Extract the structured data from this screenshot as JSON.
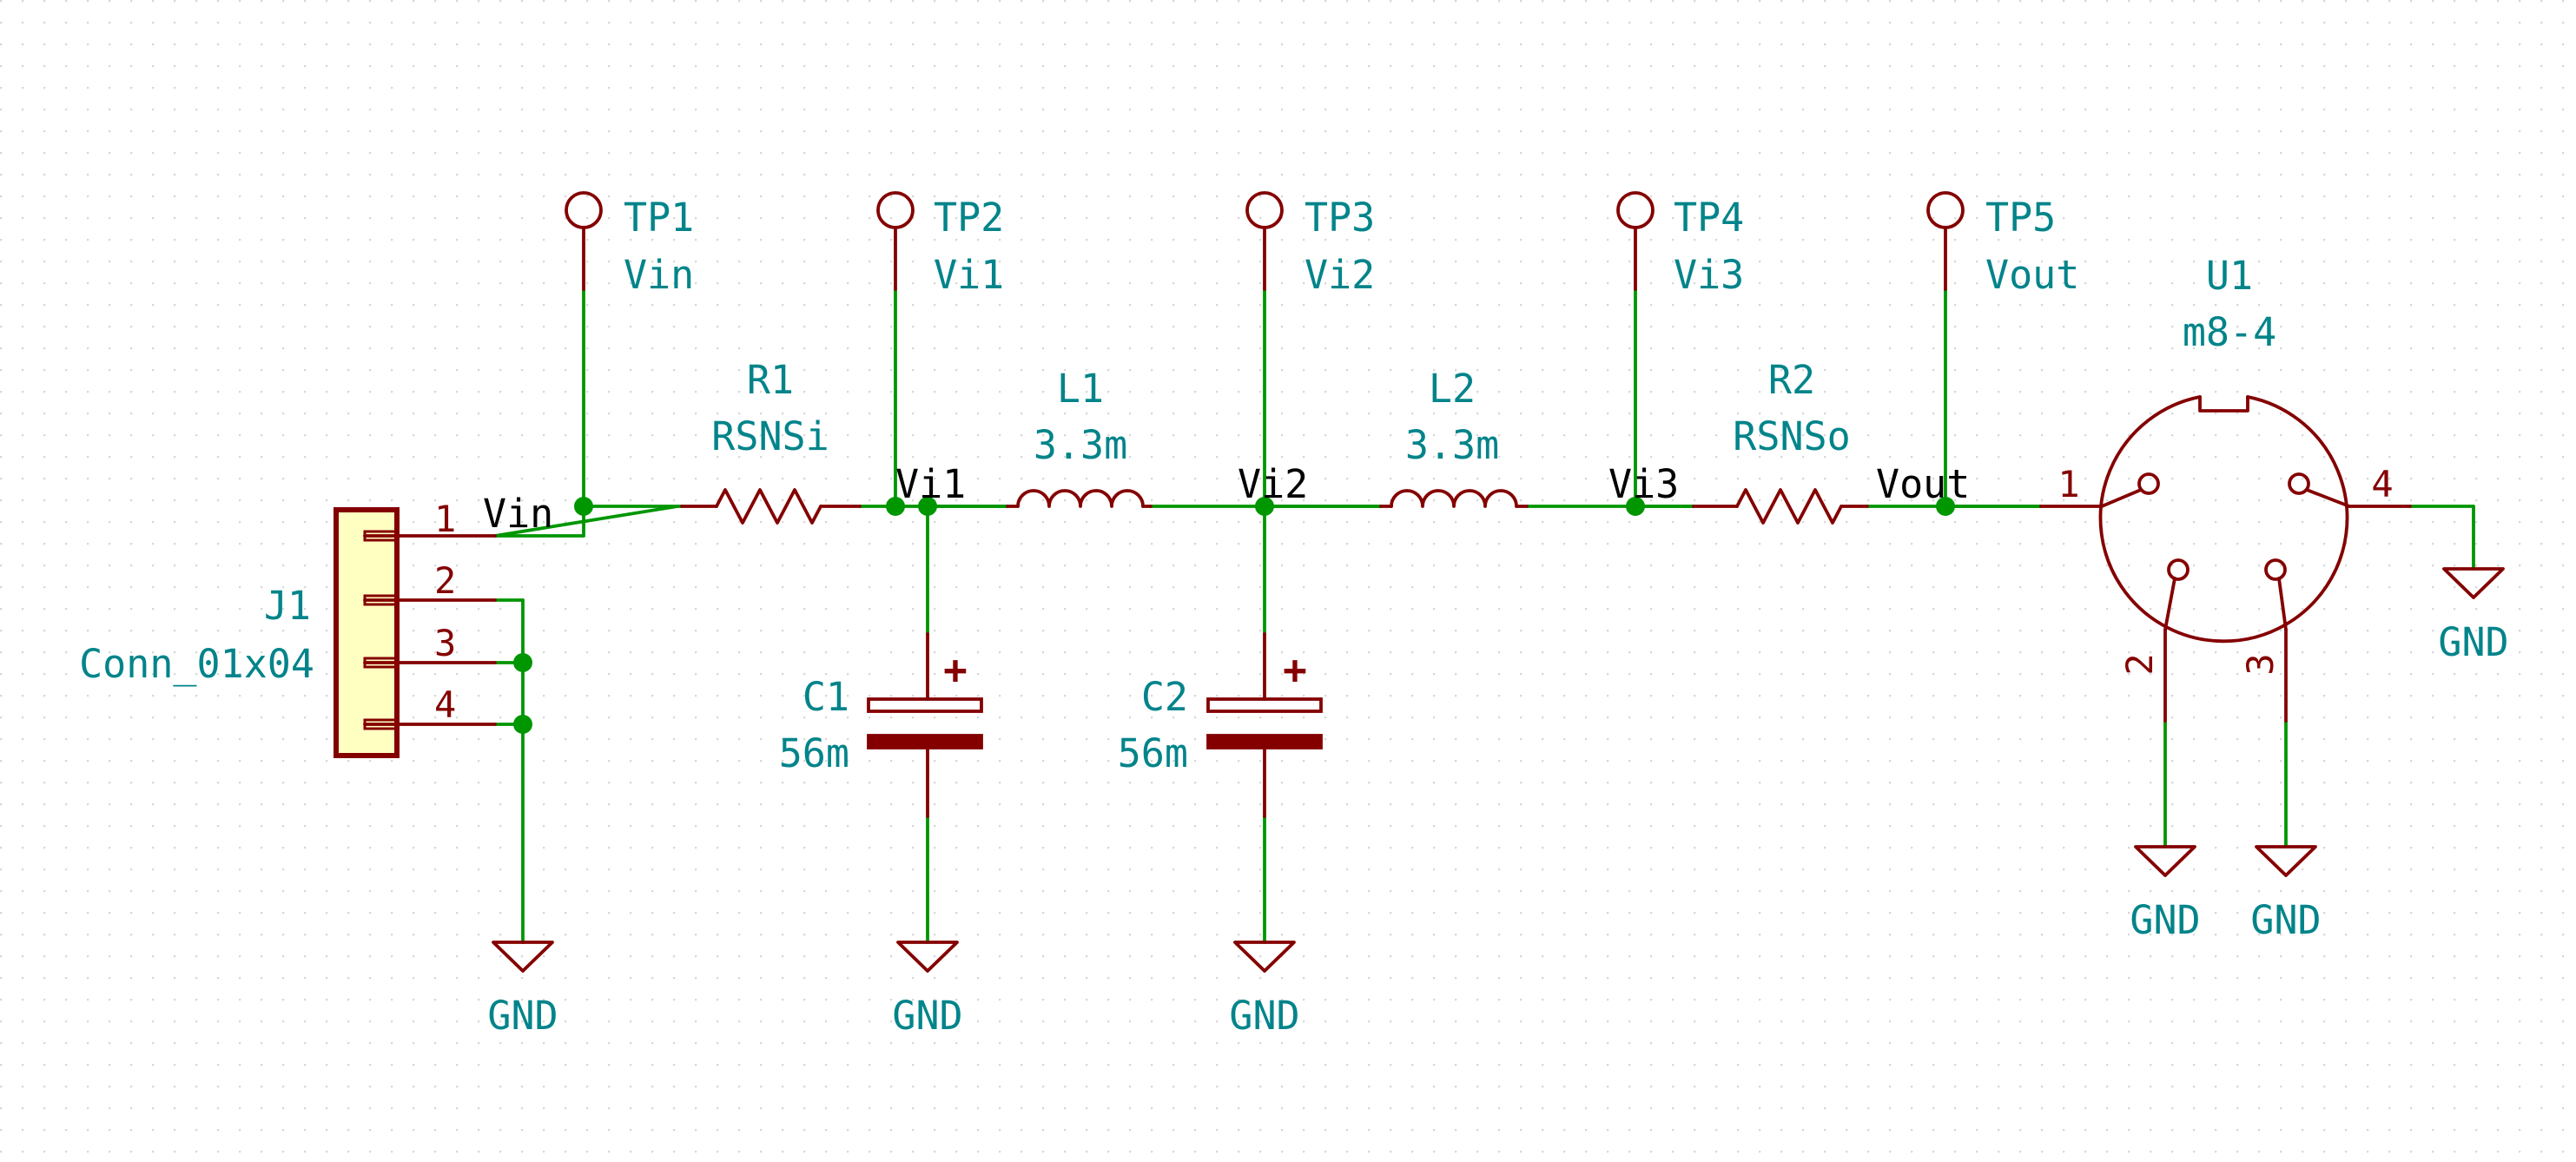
{
  "test_points": [
    {
      "ref": "TP1",
      "value": "Vin"
    },
    {
      "ref": "TP2",
      "value": "Vi1"
    },
    {
      "ref": "TP3",
      "value": "Vi2"
    },
    {
      "ref": "TP4",
      "value": "Vi3"
    },
    {
      "ref": "TP5",
      "value": "Vout"
    }
  ],
  "connector_j1": {
    "ref": "J1",
    "value": "Conn_01x04",
    "pins": [
      "1",
      "2",
      "3",
      "4"
    ]
  },
  "resistors": [
    {
      "ref": "R1",
      "value": "RSNSi"
    },
    {
      "ref": "R2",
      "value": "RSNSo"
    }
  ],
  "inductors": [
    {
      "ref": "L1",
      "value": "3.3m"
    },
    {
      "ref": "L2",
      "value": "3.3m"
    }
  ],
  "capacitors": [
    {
      "ref": "C1",
      "value": "56m",
      "polarity": "+"
    },
    {
      "ref": "C2",
      "value": "56m",
      "polarity": "+"
    }
  ],
  "u1": {
    "ref": "U1",
    "value": "m8-4",
    "pins": [
      "1",
      "2",
      "3",
      "4"
    ]
  },
  "net_labels": [
    "Vin",
    "Vi1",
    "Vi2",
    "Vi3",
    "Vout"
  ],
  "power_symbols": {
    "gnd": "GND"
  },
  "colors": {
    "wire": "#009600",
    "symbol": "#840000",
    "field_text": "#00848a",
    "connector_fill": "#ffffc2",
    "grid_dot": "#d8d8d8",
    "background": "#ffffff"
  }
}
